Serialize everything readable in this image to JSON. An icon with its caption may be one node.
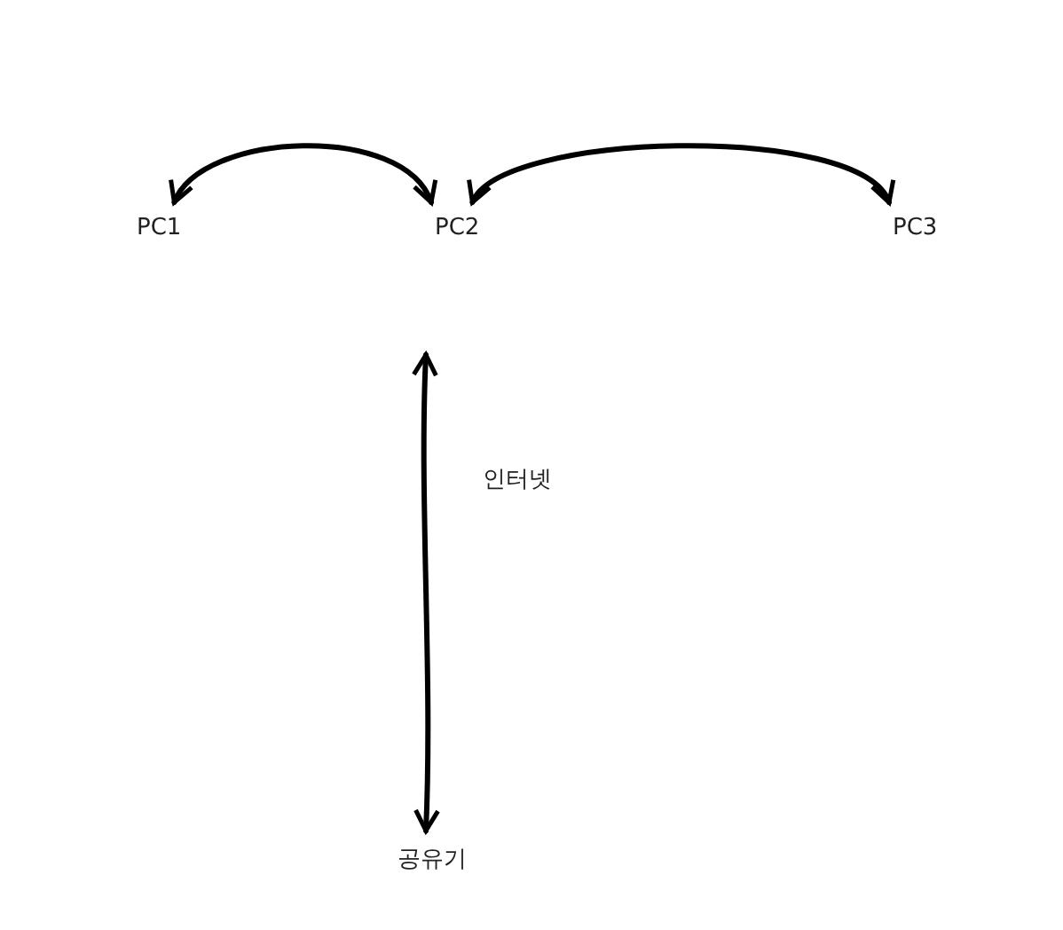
{
  "diagram": {
    "nodes": [
      {
        "text": [
          "PC1"
        ]
      },
      {
        "text": [
          "PC2"
        ]
      },
      {
        "text": [
          "PC3"
        ]
      },
      {
        "text": [
          "공유기"
        ]
      }
    ],
    "edges": [
      {
        "from": 0,
        "to": 1,
        "arrow": "both"
      },
      {
        "from": 1,
        "to": 2,
        "arrow": "both"
      },
      {
        "from": 1,
        "to": 3,
        "arrow": "both",
        "label": "인터넷"
      }
    ]
  }
}
